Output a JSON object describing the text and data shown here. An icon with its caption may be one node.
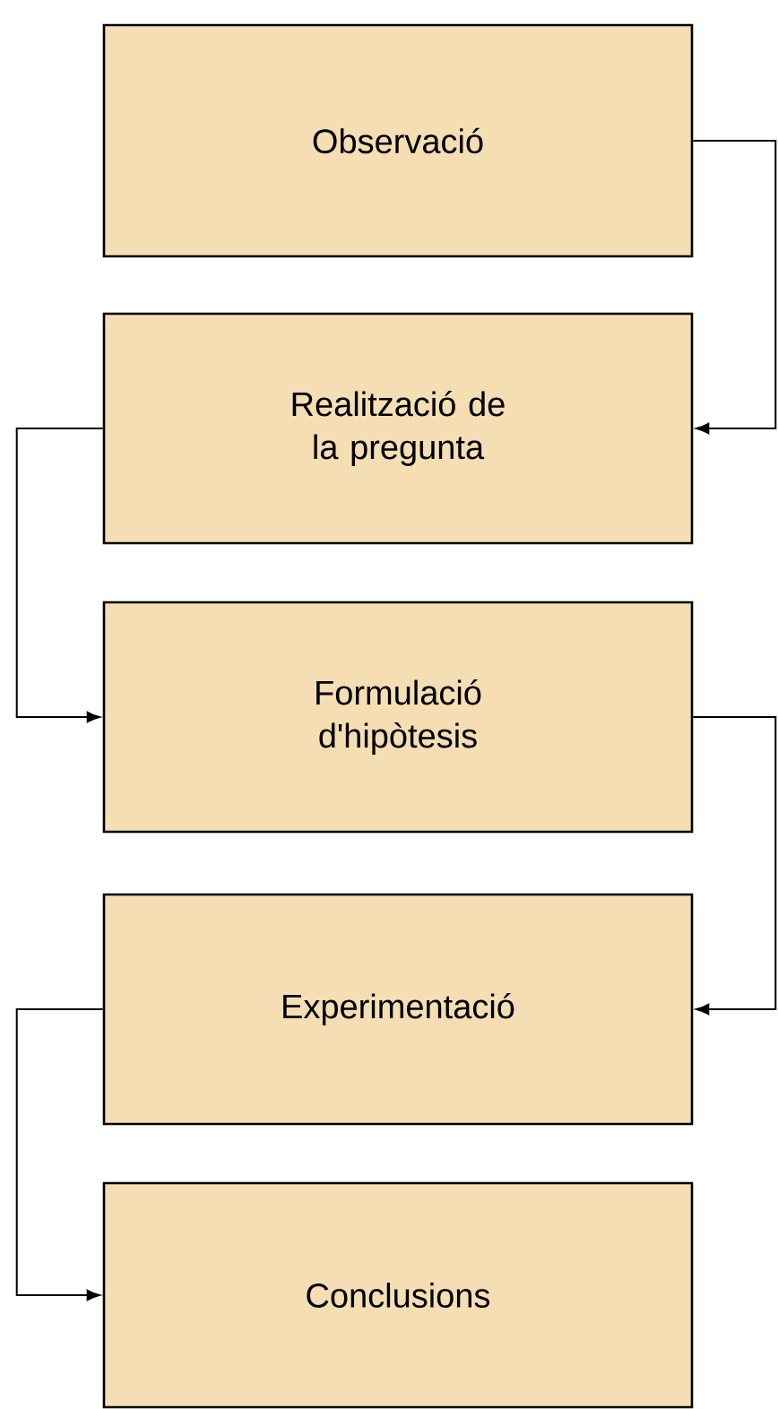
{
  "diagram": {
    "nodes": [
      {
        "text": [
          "Observació"
        ]
      },
      {
        "text": [
          "Realització de la pregunta"
        ]
      },
      {
        "text": [
          "Formulació d'hipòtesis"
        ]
      },
      {
        "text": [
          "Experimentació"
        ]
      },
      {
        "text": [
          "Conclusions"
        ]
      }
    ],
    "edges": [
      {
        "from": 0,
        "to": 1,
        "arrow": "to"
      },
      {
        "from": 1,
        "to": 2,
        "arrow": "to"
      },
      {
        "from": 2,
        "to": 3,
        "arrow": "to"
      },
      {
        "from": 3,
        "to": 4,
        "arrow": "to"
      }
    ]
  }
}
